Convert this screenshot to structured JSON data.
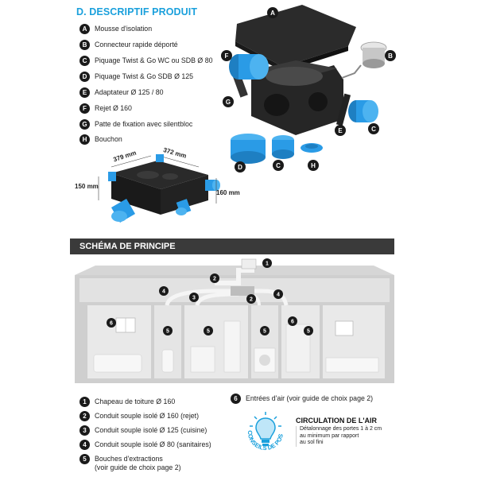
{
  "header": {
    "title": "D. DESCRIPTIF PRODUIT"
  },
  "legend": [
    {
      "letter": "A",
      "text": "Mousse d'isolation"
    },
    {
      "letter": "B",
      "text": "Connecteur rapide déporté"
    },
    {
      "letter": "C",
      "text": "Piquage Twist & Go WC ou SDB Ø 80"
    },
    {
      "letter": "D",
      "text": "Piquage Twist & Go SDB Ø 125"
    },
    {
      "letter": "E",
      "text": "Adaptateur Ø 125 / 80"
    },
    {
      "letter": "F",
      "text": "Rejet Ø 160"
    },
    {
      "letter": "G",
      "text": "Patte de fixation avec silentbloc"
    },
    {
      "letter": "H",
      "text": "Bouchon"
    }
  ],
  "dimensions": {
    "depth": "379 mm",
    "width": "372 mm",
    "height_left": "150 mm",
    "height_right": "160 mm"
  },
  "section": {
    "title": "SCHÉMA DE PRINCIPE"
  },
  "bottom_legend": [
    {
      "num": "1",
      "text": "Chapeau de toiture Ø 160"
    },
    {
      "num": "2",
      "text": "Conduit souple isolé Ø 160 (rejet)"
    },
    {
      "num": "3",
      "text": "Conduit souple isolé Ø 125 (cuisine)"
    },
    {
      "num": "4",
      "text": "Conduit souple isolé Ø 80 (sanitaires)"
    },
    {
      "num": "5",
      "text": "Bouches d'extractions",
      "text2": "(voir guide de choix page 2)"
    },
    {
      "num": "6",
      "text": "Entrées d'air (voir guide de choix page 2)"
    }
  ],
  "tip": {
    "badge_text": "CONSEILS DE POSE",
    "title": "CIRCULATION DE L'AIR",
    "line1": "Détalonnage des portes 1 à 2 cm",
    "line2": "au minimum par rapport",
    "line3": "au sol fini"
  },
  "colors": {
    "accent": "#1aa0dc",
    "pipe_blue": "#2a9be6",
    "dark": "#1a1a1a",
    "house_grey": "#c9c9c9"
  }
}
